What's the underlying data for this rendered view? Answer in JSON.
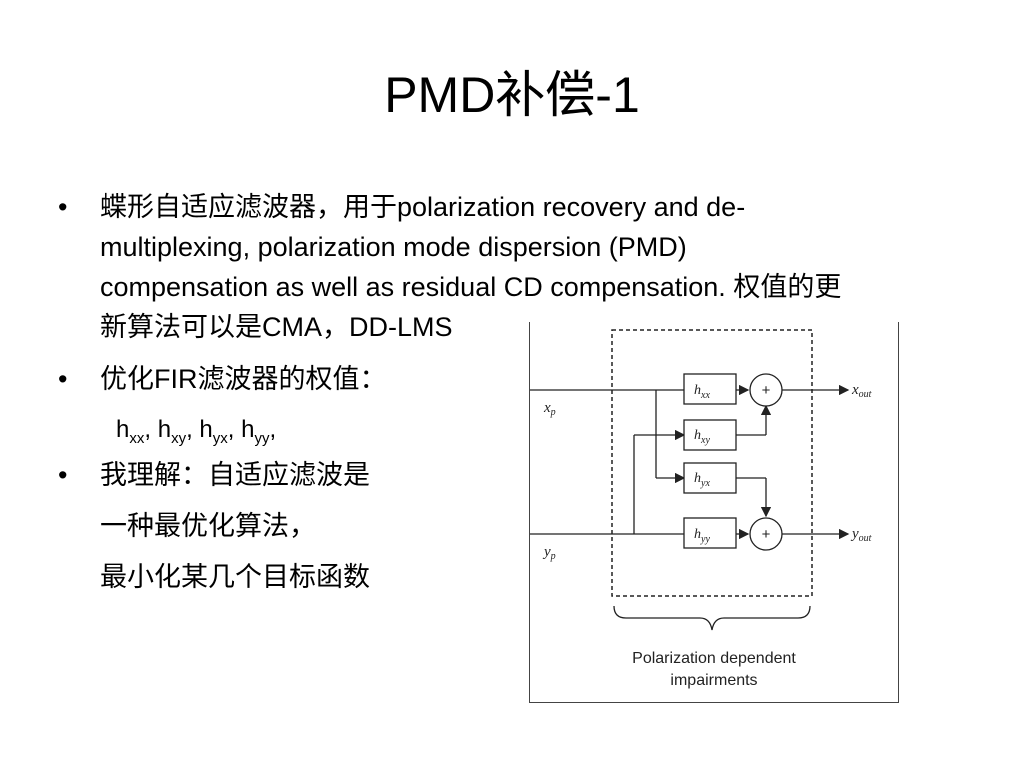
{
  "title": "PMD补偿-1",
  "bullets": {
    "dot": "•",
    "b1_line1": "蝶形自适应滤波器，用于polarization recovery and de-",
    "b1_line2": "multiplexing, polarization mode dispersion (PMD)",
    "b1_line3": "compensation as well as residual CD compensation. 权值的更",
    "b1_line4": "新算法可以是CMA，DD-LMS",
    "b2": "优化FIR滤波器的权值：",
    "b3_line1": "我理解：自适应滤波是",
    "b3_line2": "一种最优化算法，",
    "b3_line3": "最小化某几个目标函数"
  },
  "weights": {
    "h": "h",
    "xx": "xx",
    "xy": "xy",
    "yx": "yx",
    "yy": "yy",
    "sep": ", "
  },
  "figure": {
    "input_x": "x",
    "input_x_sub": "p",
    "input_y": "y",
    "input_y_sub": "p",
    "output_x": "x",
    "output_x_sub": "out",
    "output_y": "y",
    "output_y_sub": "out",
    "filter_h": "h",
    "f_xx": "xx",
    "f_xy": "xy",
    "f_yx": "yx",
    "f_yy": "yy",
    "plus": "+",
    "caption_line1": "Polarization dependent",
    "caption_line2": "impairments"
  }
}
